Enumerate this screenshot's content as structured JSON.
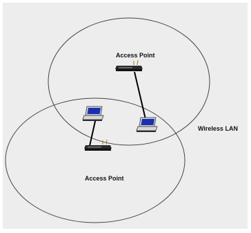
{
  "diagram": {
    "labels": {
      "access_point_top": "Access Point",
      "access_point_bottom": "Access Point",
      "network": "Wireless LAN"
    },
    "colors": {
      "background": "#ededed",
      "outline": "#444444",
      "link": "#000000",
      "laptop_screen": "#1c2fb0",
      "device_body": "#2a2a2a"
    },
    "icons": [
      "access-point-icon",
      "laptop-icon"
    ]
  }
}
